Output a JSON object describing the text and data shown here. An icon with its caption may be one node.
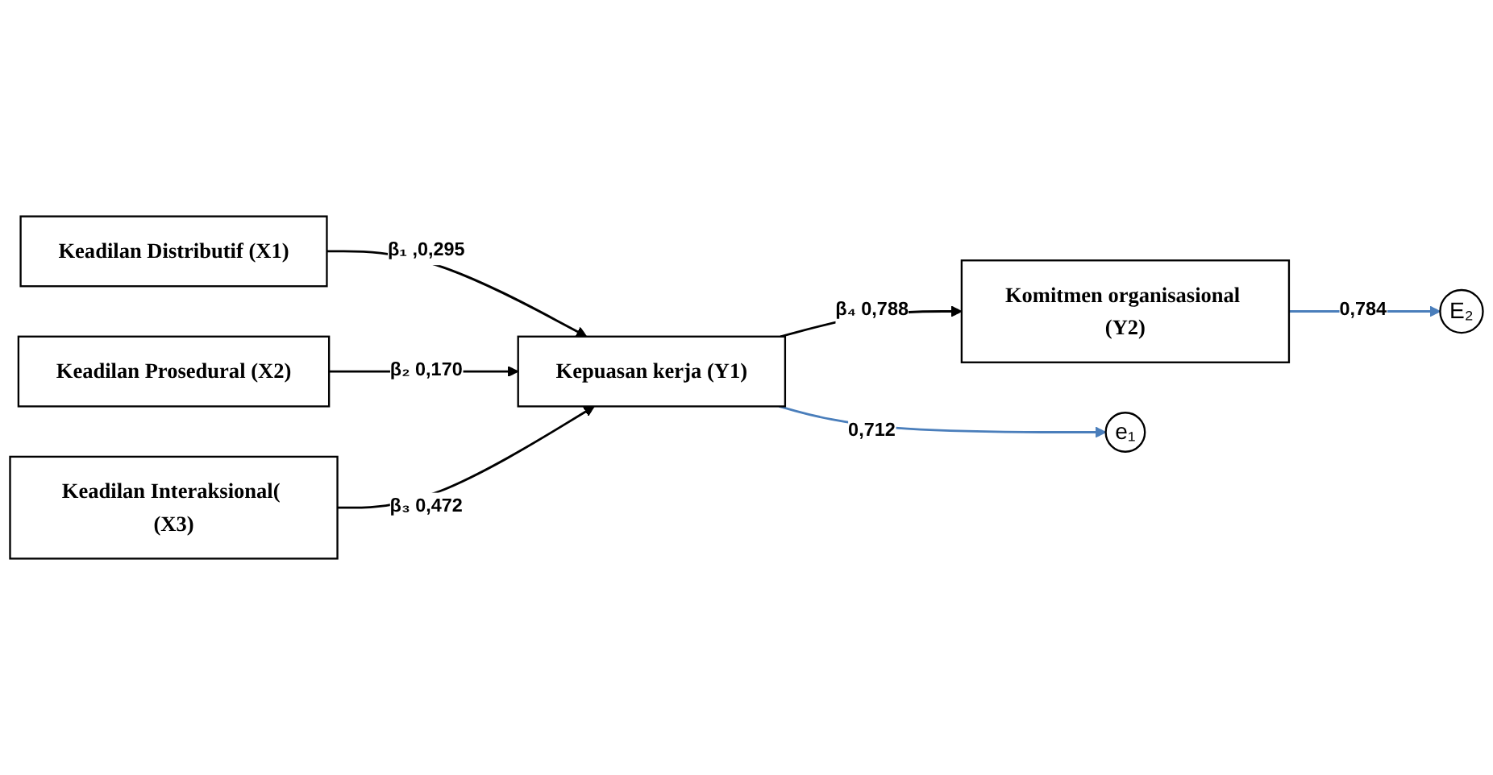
{
  "diagram": {
    "nodes": [
      {
        "text": [
          "Keadilan Distributif (X1)"
        ]
      },
      {
        "text": [
          "Keadilan Prosedural (X2)"
        ]
      },
      {
        "text": [
          "Keadilan Interaksional( (X3)"
        ]
      },
      {
        "text": [
          "Kepuasan kerja (Y1)"
        ]
      },
      {
        "text": [
          "Komitmen organisasional (Y2)"
        ]
      },
      {
        "text": [
          "e₁"
        ]
      },
      {
        "text": [
          "E₂"
        ]
      }
    ],
    "edges": [
      {
        "from": 0,
        "to": 3,
        "arrow": "to",
        "label": "β₁ ,0,295"
      },
      {
        "from": 1,
        "to": 3,
        "arrow": "to",
        "label": "β₂ 0,170"
      },
      {
        "from": 2,
        "to": 3,
        "arrow": "to",
        "label": "β₃ 0,472"
      },
      {
        "from": 3,
        "to": 4,
        "arrow": "to",
        "label": "β₄ 0,788"
      },
      {
        "from": 3,
        "to": 5,
        "arrow": "to",
        "label": "0,712",
        "color": "#4a7ebb"
      },
      {
        "from": 4,
        "to": 6,
        "arrow": "to",
        "label": "0,784",
        "color": "#4a7ebb"
      }
    ]
  }
}
